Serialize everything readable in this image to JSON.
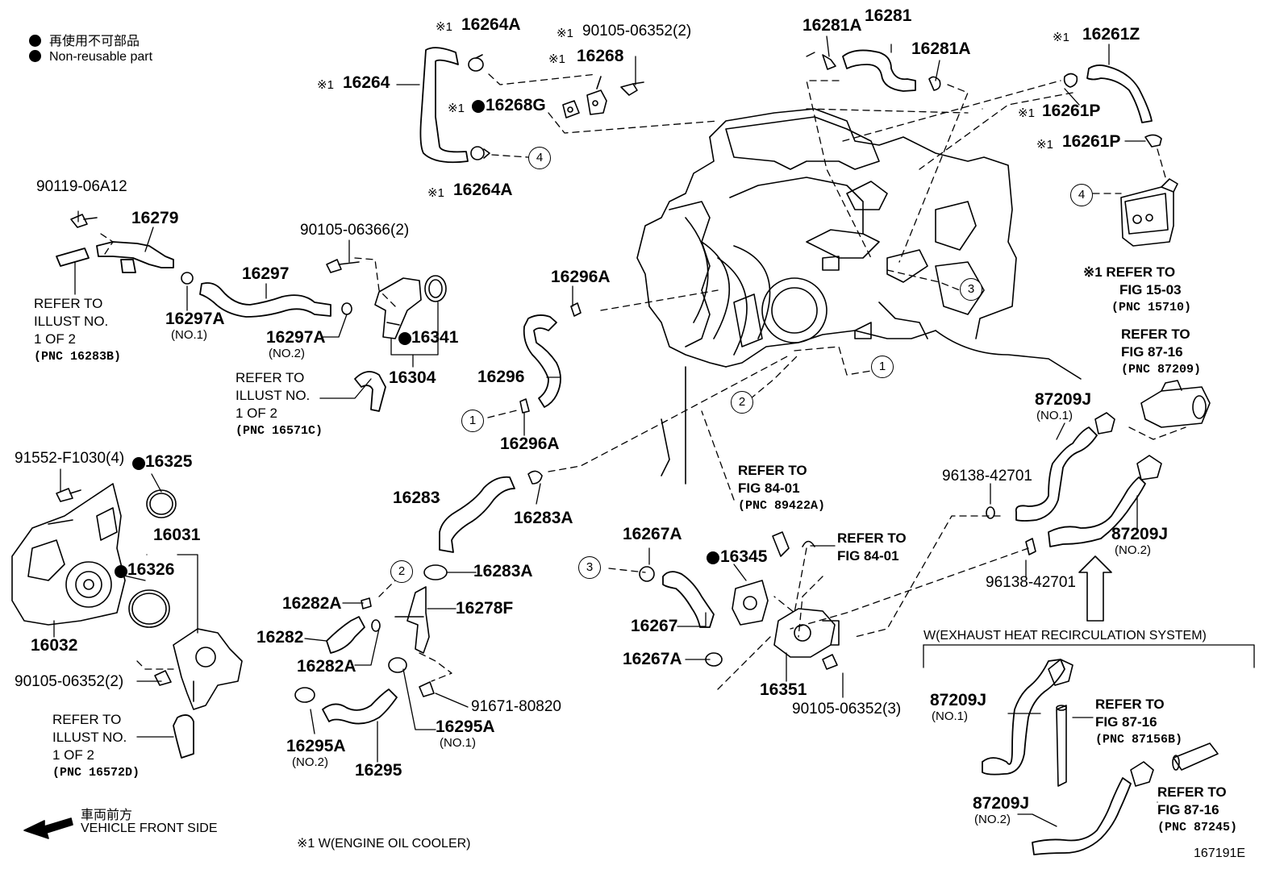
{
  "legend": {
    "non_reusable_jp": "再使用不可部品",
    "non_reusable_en": "Non-reusable part"
  },
  "parts": {
    "p16264A_top": "16264A",
    "p16264A_bot": "16264A",
    "p16264": "16264",
    "p90105_06352_2_top": "90105-06352(2)",
    "p16268": "16268",
    "p16268G": "16268G",
    "p16281A_l": "16281A",
    "p16281": "16281",
    "p16281A_r": "16281A",
    "p16261Z": "16261Z",
    "p16261P_a": "16261P",
    "p16261P_b": "16261P",
    "p90119": "90119-06A12",
    "p16279": "16279",
    "p16297": "16297",
    "p16297A_1": "16297A",
    "no1_a": "(NO.1)",
    "p16297A_2": "16297A",
    "no2_a": "(NO.2)",
    "p90105_06366": "90105-06366(2)",
    "p16341": "16341",
    "p16304": "16304",
    "p16296A_top": "16296A",
    "p16296": "16296",
    "p16296A_bot": "16296A",
    "p91552": "91552-F1030(4)",
    "p16325": "16325",
    "p16031": "16031",
    "p16326": "16326",
    "p16032": "16032",
    "p90105_06352_2_left": "90105-06352(2)",
    "p16283": "16283",
    "p16283A_1": "16283A",
    "p16283A_2": "16283A",
    "p16282A_1": "16282A",
    "p16282": "16282",
    "p16282A_2": "16282A",
    "p16278F": "16278F",
    "p91671": "91671-80820",
    "p16295A_1": "16295A",
    "no1_b": "(NO.1)",
    "p16295A_2": "16295A",
    "no2_b": "(NO.2)",
    "p16295": "16295",
    "p16267A_1": "16267A",
    "p16267": "16267",
    "p16267A_2": "16267A",
    "p16345": "16345",
    "p16351": "16351",
    "p90105_06352_3": "90105-06352(3)",
    "p87209J_1": "87209J",
    "no1_c": "(NO.1)",
    "p96138_a": "96138-42701",
    "p96138_b": "96138-42701",
    "p87209J_2": "87209J",
    "no2_c": "(NO.2)",
    "p87209J_3": "87209J",
    "no1_d": "(NO.1)",
    "p87209J_4": "87209J",
    "no2_d": "(NO.2)"
  },
  "refs": {
    "r1": [
      "REFER TO",
      "ILLUST NO.",
      "1 OF 2",
      "(PNC 16283B)"
    ],
    "r2": [
      "REFER TO",
      "ILLUST NO.",
      "1 OF 2",
      "(PNC 16571C)"
    ],
    "r3": [
      "REFER TO",
      "ILLUST NO.",
      "1 OF 2",
      "(PNC 16572D)"
    ],
    "r4": [
      "※1 REFER TO",
      "FIG 15-03",
      "(PNC 15710)"
    ],
    "r5": [
      "REFER TO",
      "FIG 87-16",
      "(PNC 87209)"
    ],
    "r6": [
      "REFER TO",
      "FIG 84-01",
      "(PNC 89422A)"
    ],
    "r7": [
      "REFER TO",
      "FIG 84-01"
    ],
    "r8": [
      "REFER TO",
      "FIG 87-16",
      "(PNC 87156B)"
    ],
    "r9": [
      "REFER TO",
      "FIG 87-16",
      "(PNC 87245)"
    ]
  },
  "marks": {
    "k1": "※1",
    "k2": "※1",
    "k3": "※1",
    "k4": "※1",
    "k5": "※1",
    "k6": "※1",
    "k7": "※1",
    "k8": "※1",
    "k9": "※1",
    "k10": "※1"
  },
  "callouts": {
    "c4a": "4",
    "c4b": "4",
    "c3a": "3",
    "c3b": "3",
    "c1a": "1",
    "c1b": "1",
    "c2a": "2",
    "c2b": "2"
  },
  "footer": {
    "front_jp": "車両前方",
    "front_en": "VEHICLE FRONT SIDE",
    "note": "※1  W(ENGINE OIL COOLER)",
    "exhaust": "W(EXHAUST HEAT RECIRCULATION SYSTEM)",
    "code": "167191E"
  }
}
